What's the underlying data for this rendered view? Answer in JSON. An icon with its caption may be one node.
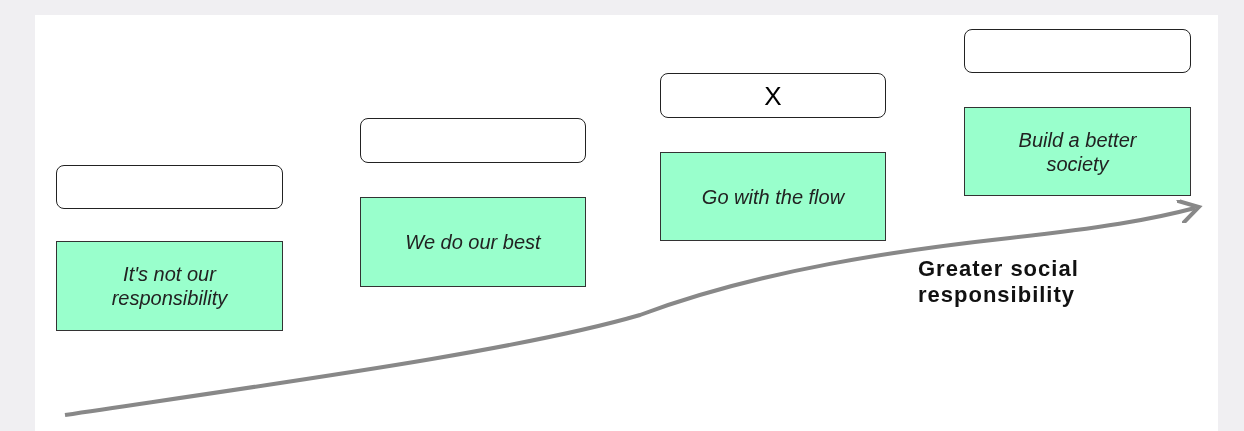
{
  "diagram": {
    "nodes": [
      {
        "text": [],
        "shape": "box"
      },
      {
        "text": [
          "It's not our responsibility"
        ]
      },
      {
        "text": [],
        "shape": "box"
      },
      {
        "text": [
          "We do our best"
        ]
      },
      {
        "text": [
          "X"
        ]
      },
      {
        "text": [
          "Go with the flow"
        ]
      },
      {
        "text": [],
        "shape": "box"
      },
      {
        "text": [
          "Build a better society"
        ]
      }
    ],
    "labels": [
      "Greater social responsibility"
    ]
  }
}
